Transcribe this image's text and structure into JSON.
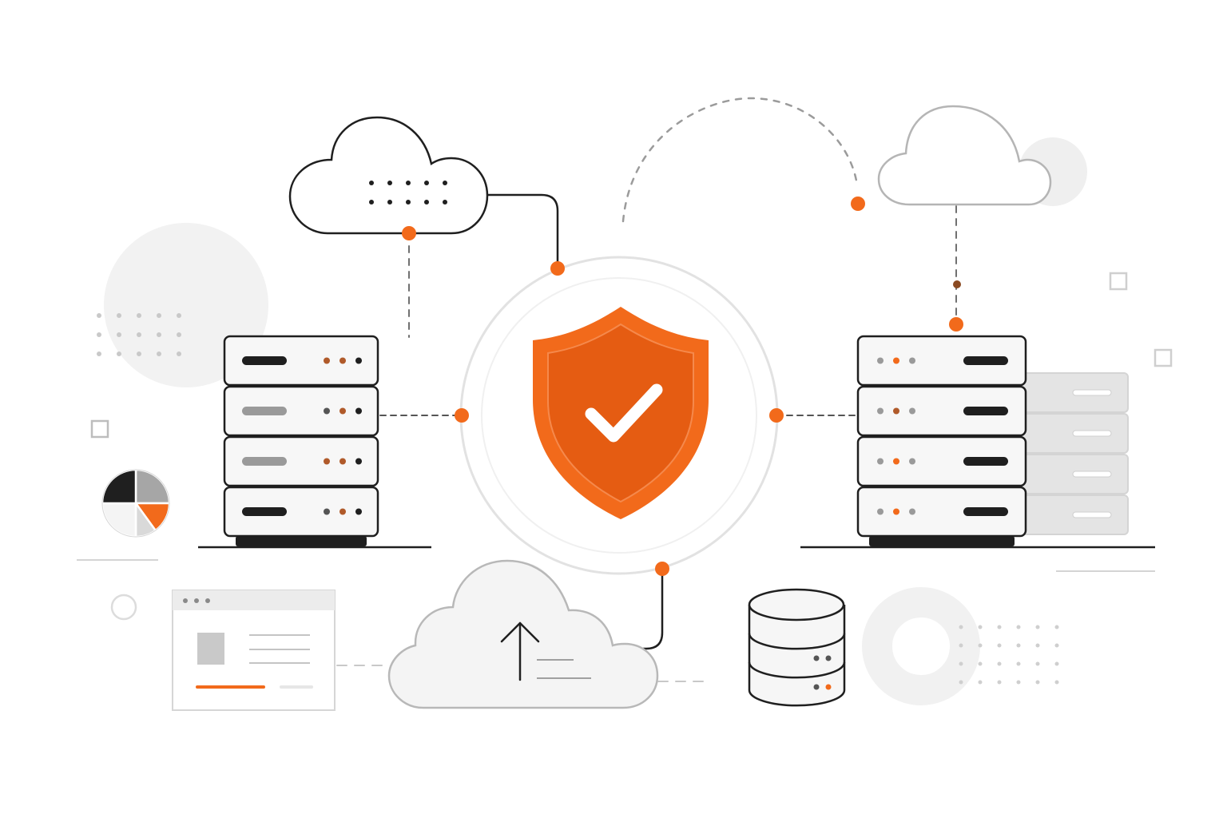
{
  "colors": {
    "accent": "#f26a1b",
    "accent_dark": "#e45a10",
    "ink": "#1f1f1f",
    "mid_gray": "#a6a6a6",
    "light_gray": "#d9d9d9",
    "bg_circle": "#f1f1f1",
    "panel": "#f4f4f4"
  },
  "icons": {
    "center": "shield-check-icon",
    "clouds": [
      "cloud-icon",
      "cloud-icon",
      "cloud-upload-icon"
    ],
    "servers": [
      "server-rack-icon",
      "server-rack-icon"
    ],
    "database": "database-icon",
    "chart": "pie-chart-icon",
    "window": "browser-window-icon"
  },
  "server_left": {
    "unit_count": 4
  },
  "server_right": {
    "unit_count": 4,
    "back_unit_count": 4
  },
  "pie_chart": {
    "slices": [
      {
        "value": 25,
        "color": "#1f1f1f"
      },
      {
        "value": 25,
        "color": "#a6a6a6"
      },
      {
        "value": 15,
        "color": "#f26a1b"
      },
      {
        "value": 10,
        "color": "#d9d9d9"
      },
      {
        "value": 25,
        "color": "#f4f4f4"
      }
    ]
  }
}
